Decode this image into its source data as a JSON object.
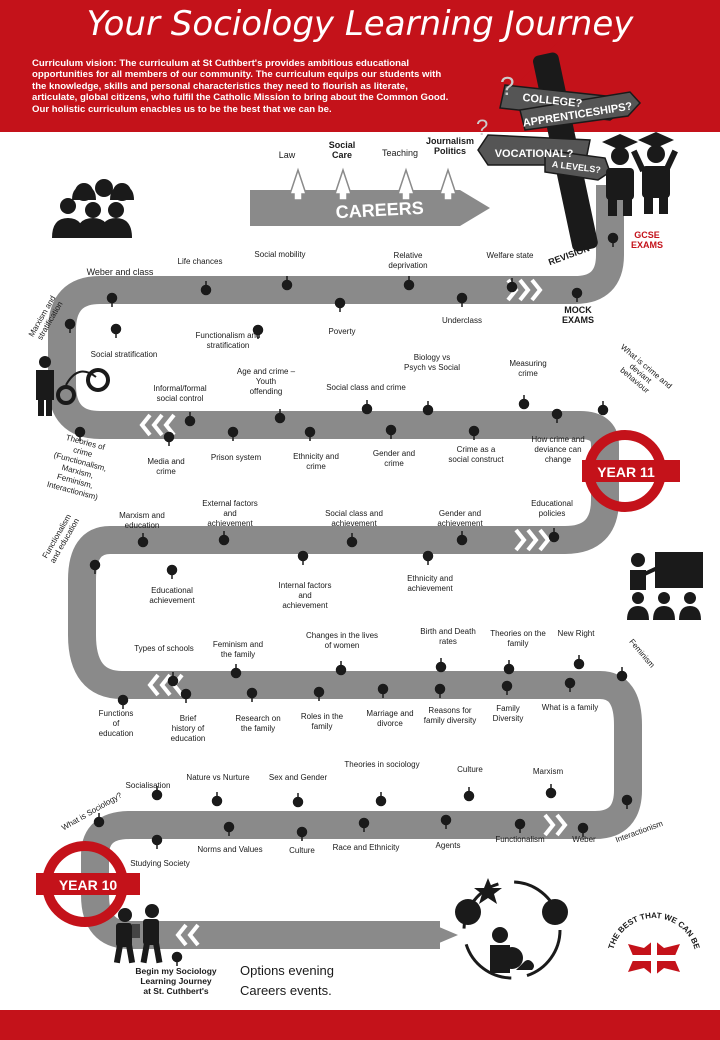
{
  "header": {
    "title": "Your Sociology Learning Journey",
    "vision": "Curriculum vision: The curriculum at St Cuthbert's provides ambitious educational opportunities for all members of our community. The curriculum equips our students with the knowledge, skills and personal characteristics they need to flourish as literate, articulate, global citizens, who fulfil the Catholic Mission to bring about the Common Good. Our holistic curriculum enacbles us to be the best that we can be."
  },
  "careers": {
    "banner": "CAREERS",
    "items": [
      "Law",
      "Social Care",
      "Teaching",
      "Journalism Politics"
    ]
  },
  "signpost": [
    "COLLEGE?",
    "APPRENTICESHIPS?",
    "VOCATIONAL?",
    "A LEVELS?"
  ],
  "milestones": {
    "revision": "REVISION",
    "mock": "MOCK EXAMS",
    "gcse": "GCSE EXAMS",
    "year11": "YEAR 11",
    "year10": "YEAR 10",
    "begin": "Begin my Sociology Learning Journey at St. Cuthbert's"
  },
  "topics": [
    "Weber and class",
    "Life chances",
    "Social mobility",
    "Relative deprivation",
    "Welfare state",
    "Marxism and stratification",
    "Social stratification",
    "Functionalism and stratification",
    "Poverty",
    "Underclass",
    "What is crime and deviant behaviour",
    "Measuring crime",
    "Biology vs Psych vs Social",
    "Social class and crime",
    "Age and crime – Youth offending",
    "Informal/formal social control",
    "How crime and deviance can change",
    "Crime as a social construct",
    "Gender and crime",
    "Ethnicity and crime",
    "Prison system",
    "Media and crime",
    "Theories of crime (Functionalism, Marxism, Feminism, Interactionism)",
    "Functionalism and education",
    "Marxism and education",
    "External factors and achievement",
    "Social class and achievement",
    "Gender and achievement",
    "Educational policies",
    "Educational achievement",
    "Internal factors and achievement",
    "Ethnicity and achievement",
    "Feminism",
    "New Right",
    "Theories on the family",
    "Birth and Death rates",
    "Changes in the lives of women",
    "Feminism and the family",
    "Types of schools",
    "What is a family",
    "Family Diversity",
    "Reasons for family diversity",
    "Marriage and divorce",
    "Roles in the family",
    "Research on the family",
    "Brief history of education",
    "Functions of education",
    "What is Sociology?",
    "Socialisation",
    "Nature vs Nurture",
    "Sex and Gender",
    "Theories in sociology",
    "Culture",
    "Marxism",
    "Interactionism",
    "Weber",
    "Functionalism",
    "Agents",
    "Race and Ethnicity",
    "Culture",
    "Norms and Values",
    "Studying Society"
  ],
  "footer": {
    "options": [
      "Options evening",
      "Careers events."
    ],
    "badge": "THE BEST THAT WE CAN BE"
  },
  "colors": {
    "brand_red": "#c4121a",
    "road_grey": "#8a8a8a",
    "dark": "#1a1a1a"
  }
}
